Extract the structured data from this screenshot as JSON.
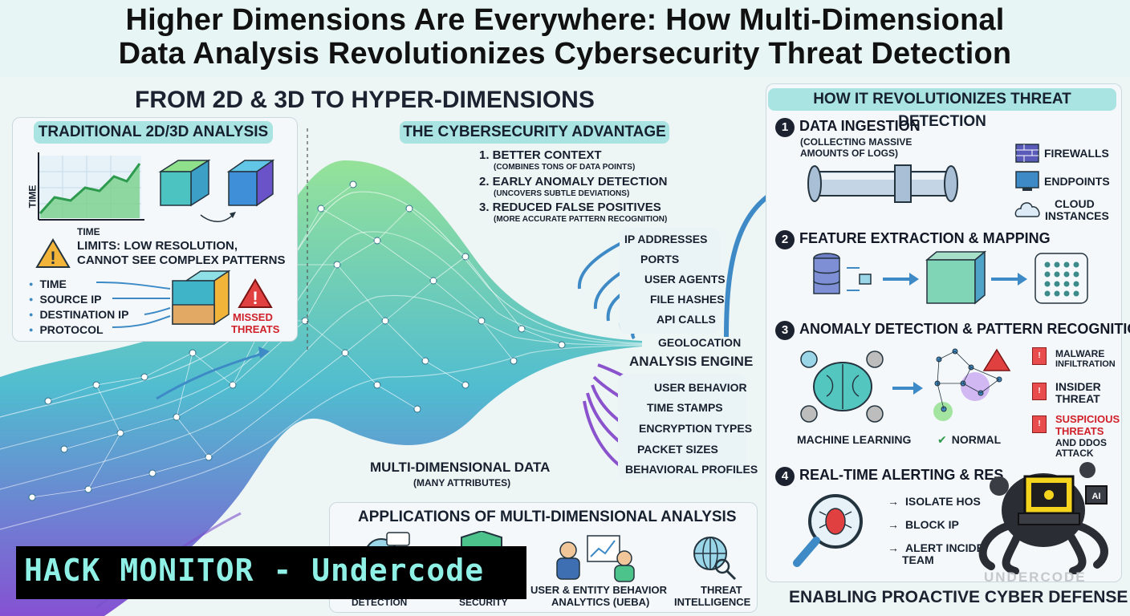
{
  "title": {
    "line1": "Higher Dimensions Are Everywhere: How Multi-Dimensional",
    "line2": "Data Analysis Revolutionizes Cybersecurity Threat Detection"
  },
  "left": {
    "heading": "FROM 2D & 3D TO HYPER-DIMENSIONS",
    "traditional": {
      "title": "TRADITIONAL 2D/3D ANALYSIS",
      "axis_y": "TIME",
      "axis_x": "TIME",
      "limits_line1": "LIMITS:  LOW RESOLUTION,",
      "limits_line2": "CANNOT SEE COMPLEX PATTERNS",
      "attributes": [
        "TIME",
        "SOURCE IP",
        "DESTINATION IP",
        "PROTOCOL"
      ],
      "missed_line1": "MISSED",
      "missed_line2": "THREATS"
    },
    "multi_label": "MULTI-DIMENSIONAL DATA",
    "multi_sub": "(MANY ATTRIBUTES)"
  },
  "advantage": {
    "title": "THE CYBERSECURITY ADVANTAGE",
    "items": [
      {
        "label": "1. BETTER CONTEXT",
        "sub": "(COMBINES TONS OF DATA POINTS)"
      },
      {
        "label": "2. EARLY ANOMALY DETECTION",
        "sub": "(UNCOVERS SUBTLE DEVIATIONS)"
      },
      {
        "label": "3. REDUCED FALSE POSITIVES",
        "sub": "(MORE ACCURATE PATTERN RECOGNITION)"
      }
    ]
  },
  "features_top": [
    "IP ADDRESSES",
    "PORTS",
    "USER AGENTS",
    "FILE HASHES",
    "API CALLS",
    "GEOLOCATION"
  ],
  "engine": "ANALYSIS ENGINE",
  "features_bottom": [
    "USER BEHAVIOR",
    "TIME STAMPS",
    "ENCRYPTION TYPES",
    "PACKET SIZES",
    "BEHAVIORAL PROFILES"
  ],
  "applications": {
    "title": "APPLICATIONS OF MULTI-DIMENSIONAL ANALYSIS",
    "items": [
      {
        "line1": "DETECTION",
        "line2": ""
      },
      {
        "line1": "SECURITY",
        "line2": ""
      },
      {
        "line1": "USER & ENTITY BEHAVIOR",
        "line2": "ANALYTICS (UEBA)"
      },
      {
        "line1": "THREAT",
        "line2": "INTELLIGENCE"
      }
    ]
  },
  "right": {
    "title": "HOW IT REVOLUTIONIZES THREAT DETECTION",
    "step1": {
      "num": "1",
      "title": "DATA INGESTION",
      "sub1": "(COLLECTING MASSIVE",
      "sub2": "AMOUNTS OF LOGS)",
      "sources": [
        "FIREWALLS",
        "ENDPOINTS",
        "CLOUD",
        "INSTANCES"
      ]
    },
    "step2": {
      "num": "2",
      "title": "FEATURE EXTRACTION & MAPPING"
    },
    "step3": {
      "num": "3",
      "title": "ANOMALY DETECTION & PATTERN RECOGNITION",
      "ml": "MACHINE LEARNING",
      "normal": "NORMAL",
      "threats": [
        {
          "l1": "MALWARE",
          "l2": "INFILTRATION",
          "red": false
        },
        {
          "l1": "INSIDER",
          "l2": "THREAT",
          "red": false
        },
        {
          "l1": "SUSPICIOUS",
          "l2": "THREATS",
          "red": true
        }
      ],
      "ddos1": "AND DDOS",
      "ddos2": "ATTACK"
    },
    "step4": {
      "num": "4",
      "title": "REAL-TIME ALERTING & RES",
      "actions": [
        "ISOLATE HOS",
        "BLOCK IP",
        "ALERT INCIDE",
        "TEAM"
      ]
    },
    "footer": "ENABLING PROACTIVE CYBER DEFENSE"
  },
  "watermark": {
    "text": "HACK MONITOR - Undercode",
    "logo": "UNDERCODE"
  },
  "colors": {
    "teal": "#a9e3e2",
    "green": "#54c57a",
    "purple": "#7b52c9",
    "blue": "#3c8ac4",
    "red": "#d0202a"
  }
}
